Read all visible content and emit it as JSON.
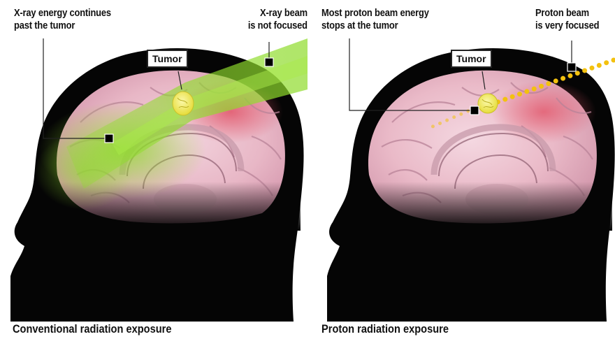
{
  "panels": [
    {
      "caption": "Conventional radiation exposure",
      "label_energy": [
        "X-ray energy continues",
        "past the tumor"
      ],
      "label_beam": [
        "X-ray beam",
        "is not focused"
      ],
      "tumor_label": "Tumor"
    },
    {
      "caption": "Proton radiation exposure",
      "label_energy": [
        "Most proton beam energy",
        "stops at the tumor"
      ],
      "label_beam": [
        "Proton beam",
        "is very focused"
      ],
      "tumor_label": "Tumor"
    }
  ],
  "colors": {
    "head": "#050505",
    "brain": "#e9b3c4",
    "brain_frontal": "#e05f70",
    "xray_beam": "#8fdc2c",
    "tumor": "#f2ec5e",
    "proton_beam": "#f3c10f"
  }
}
